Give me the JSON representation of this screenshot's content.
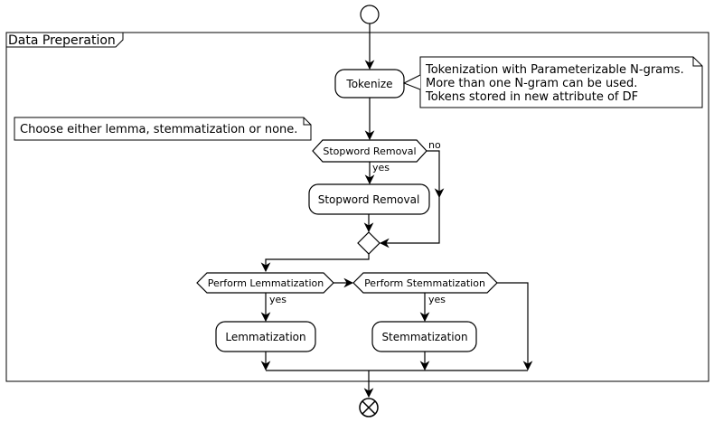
{
  "diagram": {
    "partition_title": "Data Preperation",
    "tokenize": "Tokenize",
    "note_tokenize": [
      "Tokenization with Parameterizable N-grams.",
      "More than one N-gram can be used.",
      "Tokens stored in new attribute of DF"
    ],
    "note_lemma": "Choose either lemma, stemmatization or none.",
    "decision_stopword": "Stopword Removal",
    "label_no": "no",
    "label_yes_stopword": "yes",
    "action_stopword": "Stopword Removal",
    "decision_lemma": "Perform Lemmatization",
    "label_yes_lemma": "yes",
    "decision_stem": "Perform Stemmatization",
    "label_yes_stem": "yes",
    "action_lemma": "Lemmatization",
    "action_stem": "Stemmatization"
  }
}
